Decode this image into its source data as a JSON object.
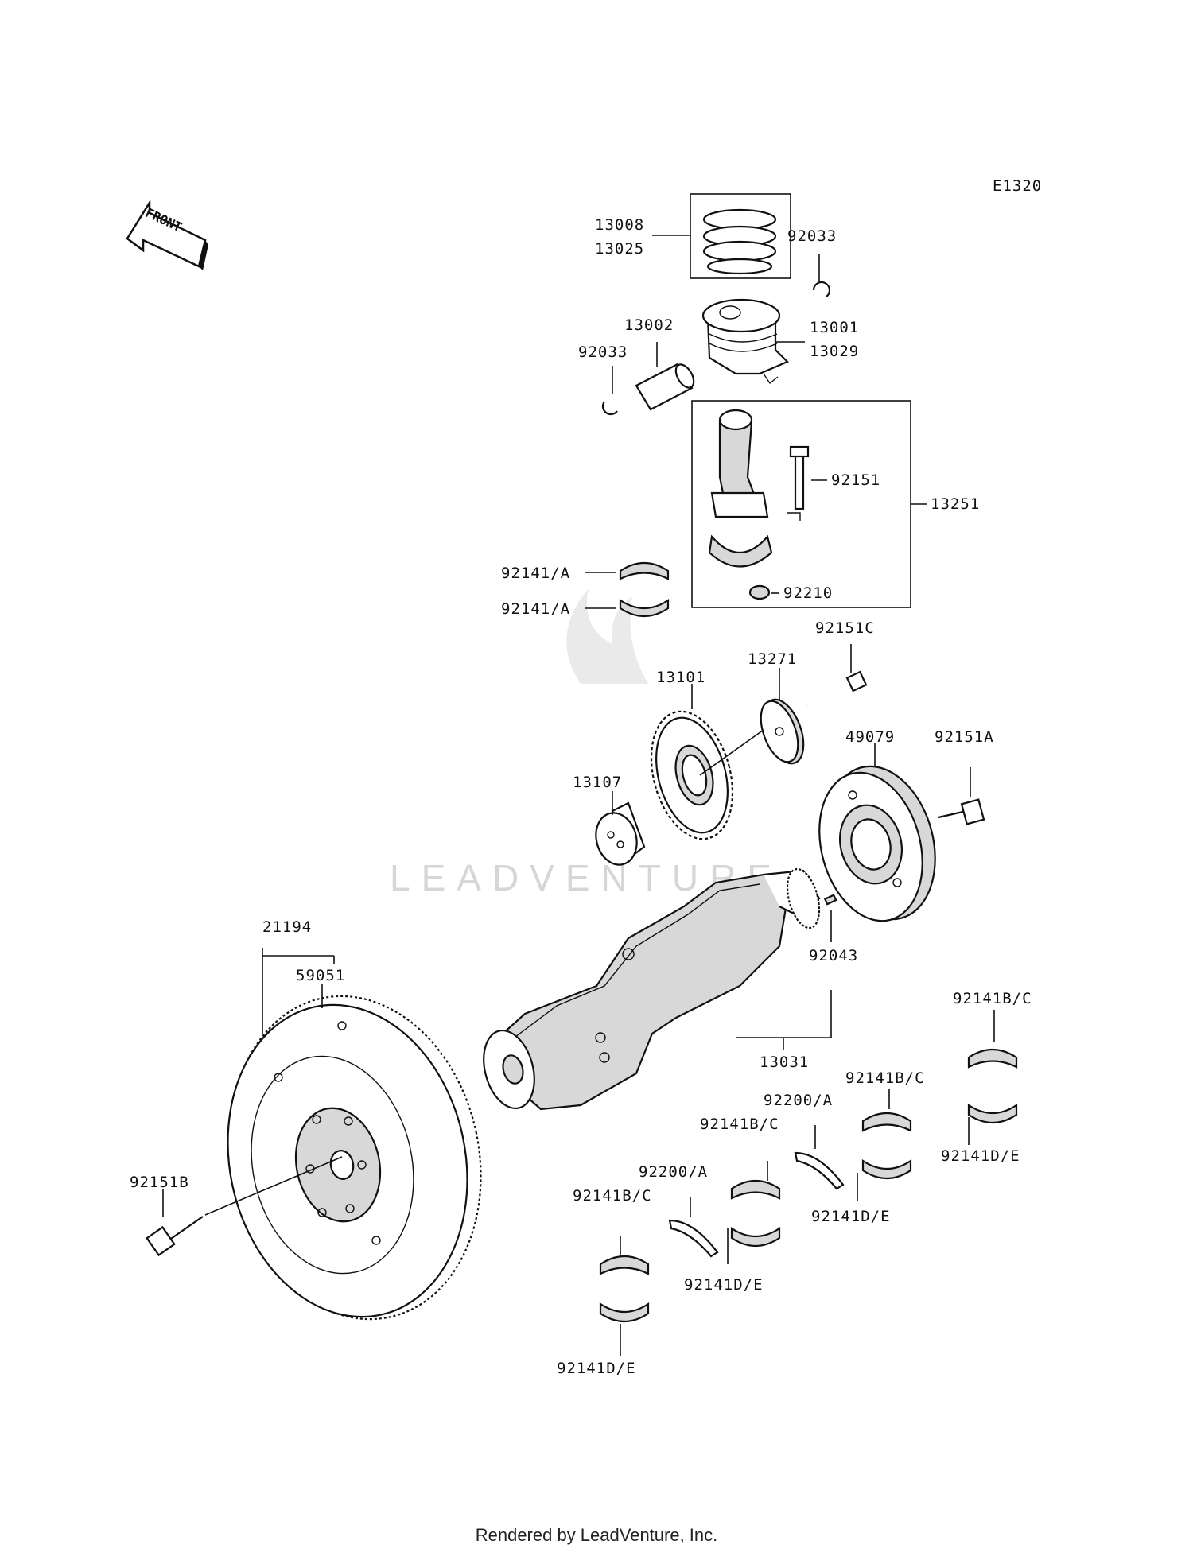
{
  "diagram_code": "E1320",
  "watermark": "LEADVENTURE",
  "front_arrow_label": "FRONT",
  "footer": "Rendered by LeadVenture, Inc.",
  "labels": {
    "l13008": "13008",
    "l13025": "13025",
    "l92033a": "92033",
    "l13002": "13002",
    "l92033b": "92033",
    "l13001": "13001",
    "l13029": "13029",
    "l92151": "92151",
    "l13251": "13251",
    "l92141a1": "92141/A",
    "l92141a2": "92141/A",
    "l92210": "92210",
    "l92151c": "92151C",
    "l13271": "13271",
    "l13101": "13101",
    "l13107": "13107",
    "l49079": "49079",
    "l92151a": "92151A",
    "l21194": "21194",
    "l59051": "59051",
    "l92043": "92043",
    "l13031": "13031",
    "l92141bc1": "92141B/C",
    "l92141bc2": "92141B/C",
    "l92200a1": "92200/A",
    "l92141bc3": "92141B/C",
    "l92141de1": "92141D/E",
    "l92141de2": "92141D/E",
    "l92151b": "92151B",
    "l92200a2": "92200/A",
    "l92141bc4": "92141B/C",
    "l92141de3": "92141D/E",
    "l92141de4": "92141D/E"
  }
}
